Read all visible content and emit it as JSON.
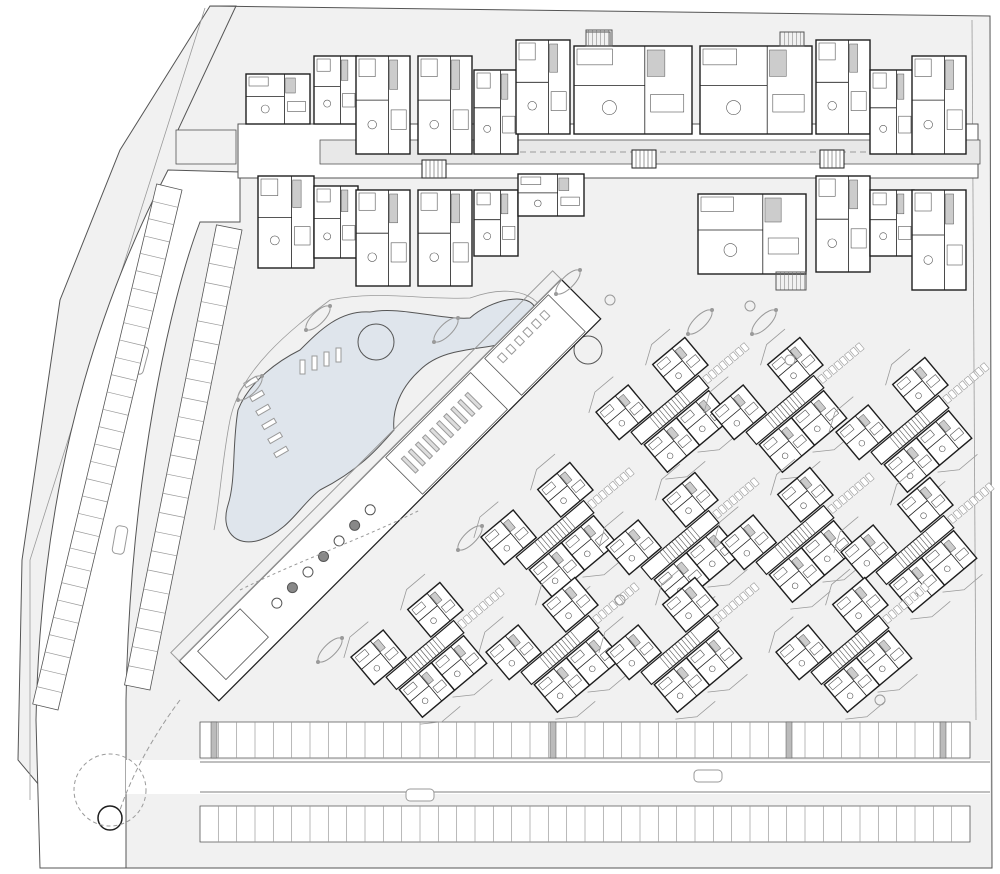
{
  "site_plan": {
    "colors": {
      "background": "#ffffff",
      "site_fill": "#f1f1f1",
      "road_fill": "#ffffff",
      "line": "#555555",
      "line_light": "#9a9a9a",
      "wall": "#1e1e1e",
      "pool_fill": "#dfe5ec",
      "room_fill": "#ffffff",
      "hatch": "#777777"
    },
    "north_block_units": 22,
    "cluster_buildings": 12,
    "units_per_cluster": 4,
    "parking_rows": 3
  }
}
